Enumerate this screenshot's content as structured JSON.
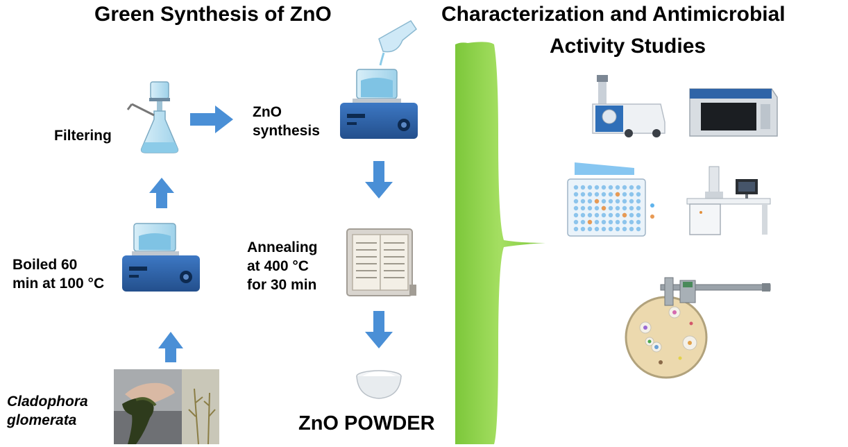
{
  "left_title": "Green Synthesis of ZnO",
  "right_title": {
    "line1": "Characterization and Antimicrobial",
    "line2": "Activity Studies"
  },
  "steps": {
    "filtering": "Filtering",
    "boiled": {
      "line1": "Boiled 60",
      "line2": "min at 100 °C"
    },
    "source": {
      "line1": "Cladophora",
      "line2": "glomerata"
    },
    "synthesis": {
      "line1": "ZnO",
      "line2": "synthesis"
    },
    "annealing": {
      "line1": "Annealing",
      "line2": "at 400 °C",
      "line3": "for 30 min"
    },
    "powder": "ZnO POWDER"
  },
  "colors": {
    "arrow": "#4a8fd6",
    "brace": "#8ed34a",
    "equipment": "#2f63a8",
    "background": "#ffffff"
  },
  "icons": [
    "beaker-icon",
    "hot-plate-icon",
    "filter-flask-icon",
    "pouring-flask-icon",
    "oven-icon",
    "bowl-icon",
    "algae-photo",
    "spectrometer-icon",
    "analyzer-icon",
    "well-plate-icon",
    "microscope-workstation-icon",
    "petri-dish-caliper-icon"
  ]
}
